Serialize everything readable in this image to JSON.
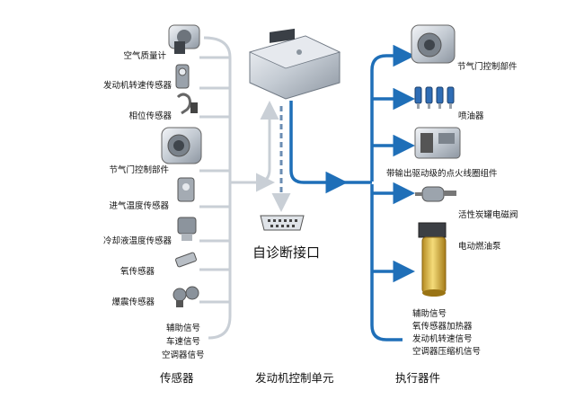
{
  "sensors": {
    "items": [
      "空气质量计",
      "发动机转速传感器",
      "相位传感器",
      "节气门控制部件",
      "进气温度传感器",
      "冷却液温度传感器",
      "氧传感器",
      "爆震传感器"
    ],
    "extra_signals": [
      "辅助信号",
      "车速信号",
      "空调器信号"
    ],
    "column_title": "传感器"
  },
  "ecu": {
    "column_title": "发动机控制单元",
    "diagnostic_label": "自诊断接口"
  },
  "actuators": {
    "items": [
      "节气门控制部件",
      "喷油器",
      "带输出驱动级的点火线圈组件",
      "活性炭罐电磁阀",
      "电动燃油泵"
    ],
    "extra_signals": [
      "辅助信号",
      "氧传感器加热器",
      "发动机转速信号",
      "空调器压缩机信号"
    ],
    "column_title": "执行器件"
  },
  "colors": {
    "input_lines": "#c9cfd6",
    "output_lines": "#1f6fb8",
    "diag_arrow": "#6b8db3"
  }
}
